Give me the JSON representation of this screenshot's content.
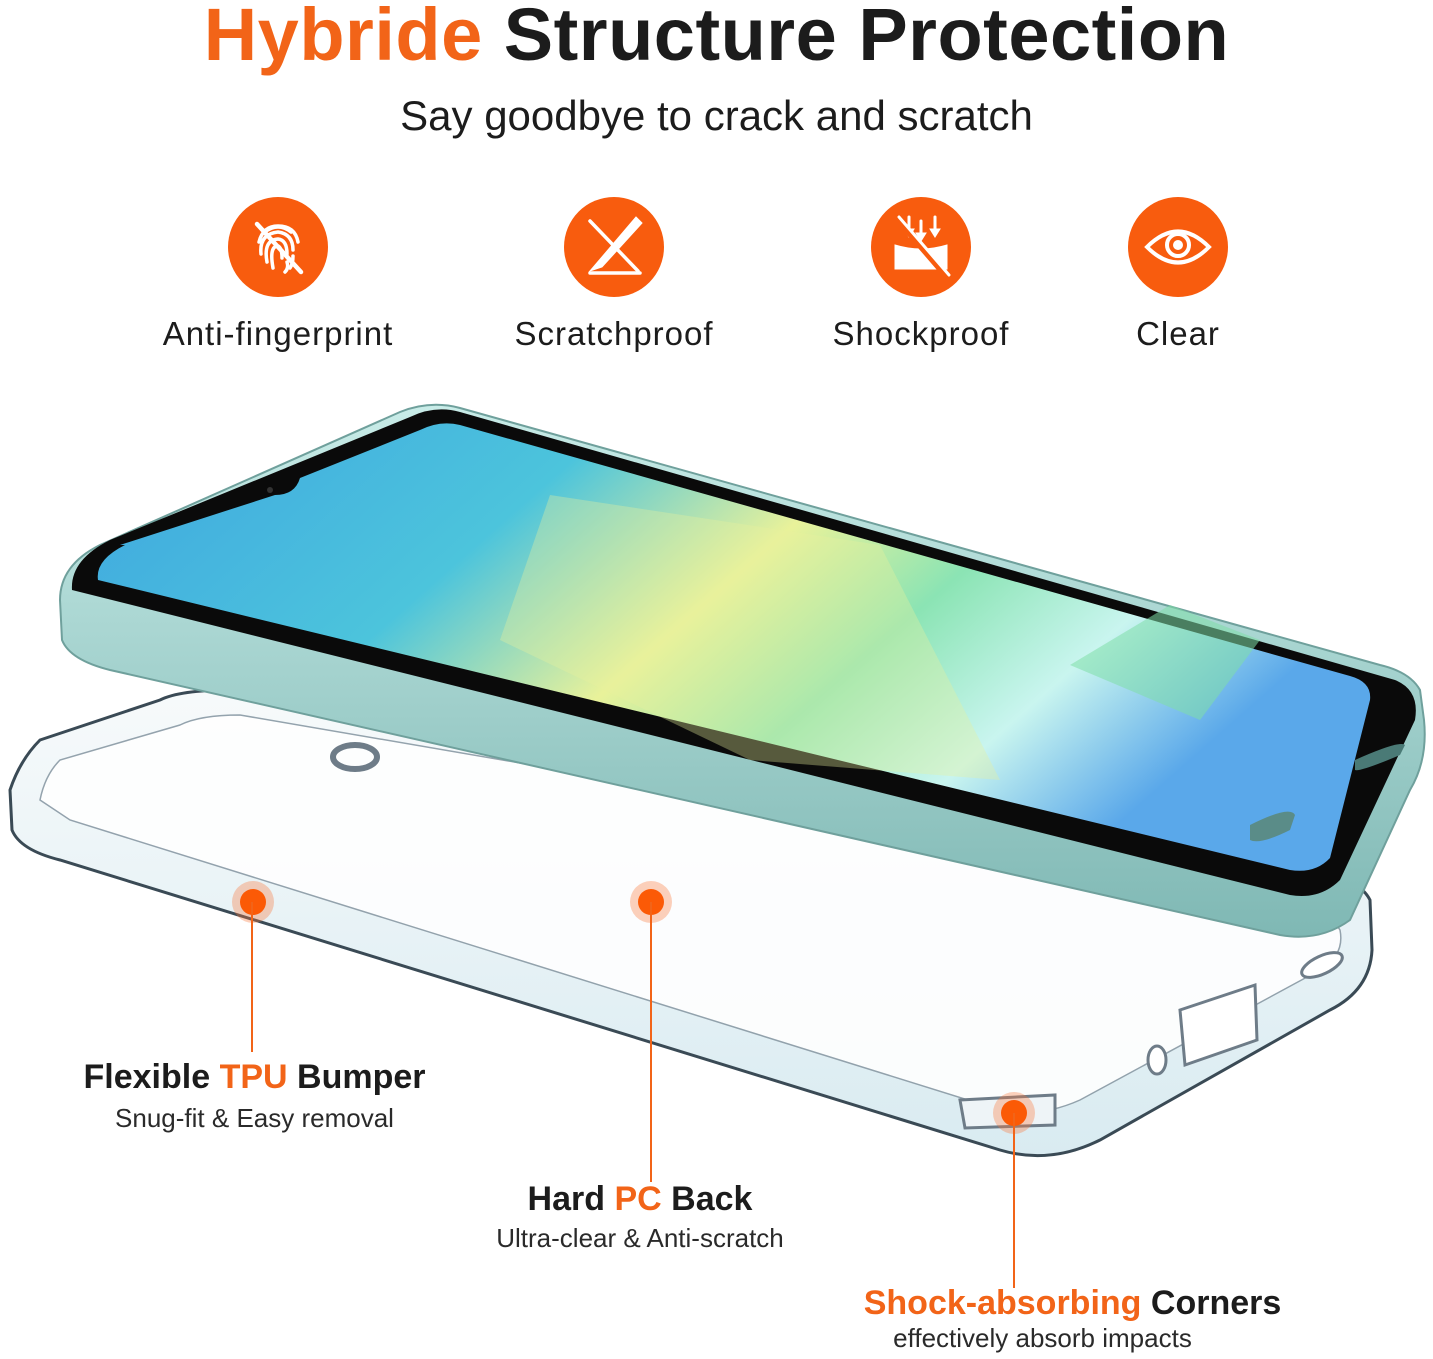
{
  "header": {
    "title_highlight": "Hybride",
    "title_rest": " Structure Protection",
    "subtitle": "Say goodbye to crack and scratch"
  },
  "features": [
    {
      "label": "Anti-fingerprint",
      "icon": "fingerprint-crossed-icon"
    },
    {
      "label": "Scratchproof",
      "icon": "knife-scratch-icon"
    },
    {
      "label": "Shockproof",
      "icon": "impact-arrows-icon"
    },
    {
      "label": "Clear",
      "icon": "eye-icon"
    }
  ],
  "callouts": [
    {
      "pre": "Flexible ",
      "highlight": "TPU",
      "post": " Bumper",
      "sub": "Snug-fit & Easy removal"
    },
    {
      "pre": "Hard ",
      "highlight": "PC",
      "post": " Back",
      "sub": "Ultra-clear & Anti-scratch"
    },
    {
      "pre": "",
      "highlight": "Shock-absorbing",
      "post": " Corners",
      "sub": "effectively absorb impacts"
    }
  ],
  "colors": {
    "accent": "#f26418",
    "icon_bg": "#f85c0e",
    "text": "#1c1c1c",
    "phone_frame": "#a8d8d4"
  }
}
